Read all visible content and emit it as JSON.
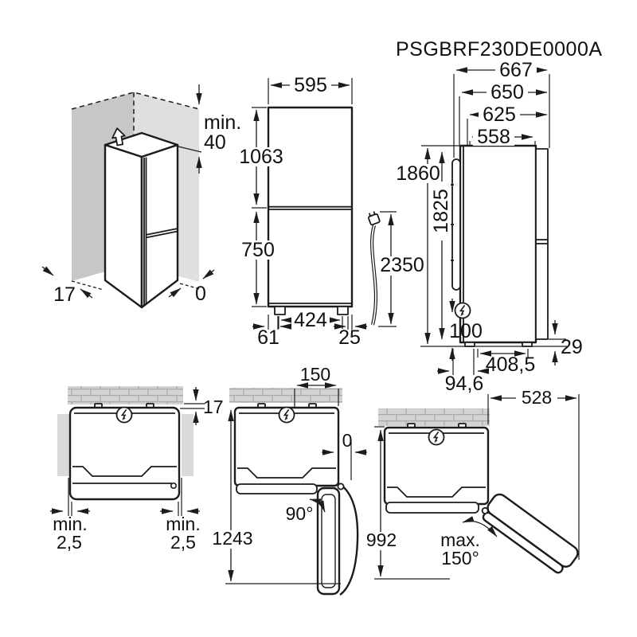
{
  "title": "PSGBRF230DE0000A",
  "colors": {
    "line": "#1c1c1c",
    "wall_left": "#c7c7c7",
    "wall_right": "#dfdfdf",
    "brick_bg": "#d3d3d3",
    "brick_mortar": "#a9a9a9",
    "side_bar": "#dadada"
  },
  "corner_view": {
    "top_clearance_label": "min.",
    "top_clearance_value": "40",
    "left_gap": "17",
    "right_gap": "0"
  },
  "front_view": {
    "width": "595",
    "upper_section_height": "1063",
    "lower_section_height": "750",
    "feet_span": "424",
    "left_foot_offset": "61",
    "right_foot_offset": "25",
    "cable_length": "2350"
  },
  "side_view": {
    "depth_with_handle": "667",
    "depth_with_door": "650",
    "depth_at_hinge": "625",
    "depth_body": "558",
    "height_total": "1860",
    "height_body": "1825",
    "socket_height": "100",
    "base_recess_length": "408,5",
    "base_recess_offset": "94,6",
    "rear_clearance": "29"
  },
  "top_view_closed": {
    "rear_wall_gap": "17",
    "left_clearance_label": "min.",
    "left_clearance_value": "2,5",
    "right_clearance_label": "min.",
    "right_clearance_value": "2,5"
  },
  "top_view_90": {
    "socket_offset": "150",
    "side_gap": "0",
    "door_angle": "90°",
    "open_depth": "1243"
  },
  "top_view_150": {
    "door_swing_width": "528",
    "open_depth": "992",
    "angle_label": "max.",
    "angle_value": "150°"
  }
}
